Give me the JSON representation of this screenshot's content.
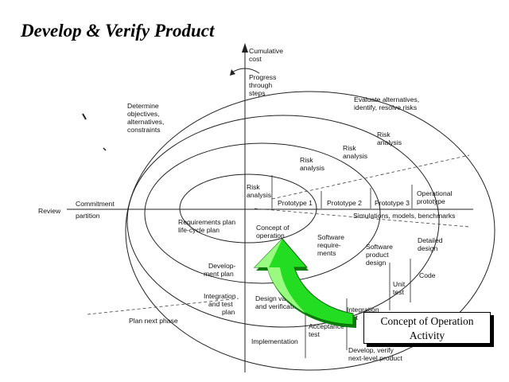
{
  "title": "Develop & Verify Product",
  "labels": {
    "cumulative_cost": [
      "Cumulative",
      "cost"
    ],
    "progress": [
      "Progress",
      "through",
      "steps"
    ],
    "evaluate": [
      "Evaluate alternatives,",
      "identify, resolve risks"
    ],
    "determine": [
      "Determine",
      "objectives,",
      "alternatives,",
      "constraints"
    ],
    "risk_analysis_4": [
      "Risk",
      "analysis"
    ],
    "risk_analysis_3": [
      "Risk",
      "analysis"
    ],
    "risk_analysis_2": [
      "Risk",
      "analysis"
    ],
    "risk_analysis_1": [
      "Risk",
      "analysis"
    ],
    "review": "Review",
    "commitment": "Commitment",
    "partition": "partition",
    "prototype_1": "Prototype 1",
    "prototype_2": "Prototype 2",
    "prototype_3": "Prototype 3",
    "operational_prototype": [
      "Operational",
      "prototype"
    ],
    "simulations": "Simulations, models, benchmarks",
    "requirements_plan": [
      "Requirements plan",
      "life-cycle plan"
    ],
    "concept_of_operation": [
      "Concept of",
      "operation"
    ],
    "software_requirements": [
      "Software",
      "require-",
      "ments"
    ],
    "software_product_design": [
      "Software",
      "product",
      "design"
    ],
    "detailed_design": [
      "Detailed",
      "design"
    ],
    "code": "Code",
    "unit_test": [
      "Unit",
      "test"
    ],
    "development_plan": [
      "Develop-",
      "ment plan"
    ],
    "integration_test_plan": [
      "Integration",
      "and test",
      "plan"
    ],
    "design_validation": [
      "Design validation",
      "and verification"
    ],
    "plan_next_phase": "Plan next phase",
    "implementation": "Implementation",
    "acceptance_test": [
      "Acceptance",
      "test"
    ],
    "integration_test": [
      "Integration",
      "test"
    ],
    "develop_verify": [
      "Develop, verify",
      "next-level product"
    ]
  },
  "callout": [
    "Concept of Operation",
    "Activity"
  ],
  "colors": {
    "arrow_green": "#22dd22",
    "arrow_light": "#a6ff8c",
    "arrow_dark": "#0a7d0a"
  }
}
